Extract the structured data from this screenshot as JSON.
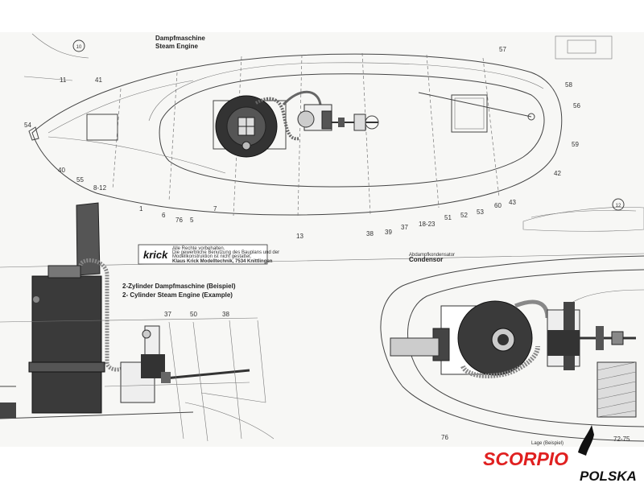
{
  "drawing": {
    "top_title_de": "Dampfmaschine",
    "top_title_en": "Steam Engine",
    "mid_title_de": "2-Zylinder Dampfmaschine (Beispiel)",
    "mid_title_en": "2- Cylinder Steam Engine (Example)",
    "condenser_de": "Abdampfkondensator",
    "condenser_en": "Condensor",
    "bottom_partial": "Lage (Beispiel)"
  },
  "krick_box": {
    "logo": "krick",
    "line1": "Alle Rechte vorbehalten.",
    "line2": "Die gewerbliche Benutzung des Bauplans und der",
    "line3": "Modellkonstruktion ist nicht gestattet.",
    "line4": "Klaus Krick Modelltechnik, 7534 Knittlingen"
  },
  "part_numbers": {
    "n10": "10",
    "n11": "11",
    "n41": "41",
    "n54": "54",
    "n40": "40",
    "n55": "55",
    "n812": "8-12",
    "n1": "1",
    "n6": "6",
    "n76": "76",
    "n5": "5",
    "n7": "7",
    "n13": "13",
    "n38": "38",
    "n39": "39",
    "n37": "37",
    "n1823": "18-23",
    "n51": "51",
    "n52": "52",
    "n53": "53",
    "n60": "60",
    "n43": "43",
    "n42": "42",
    "n59": "59",
    "n56": "56",
    "n58": "58",
    "n57": "57",
    "n12": "12",
    "n37b": "37",
    "n50": "50",
    "n38b": "38",
    "n76b": "76",
    "n7275": "72-75"
  },
  "brand": {
    "name": "SCORPIO",
    "sub": "POLSKA",
    "colors": {
      "red": "#e02020",
      "black": "#111111"
    }
  }
}
